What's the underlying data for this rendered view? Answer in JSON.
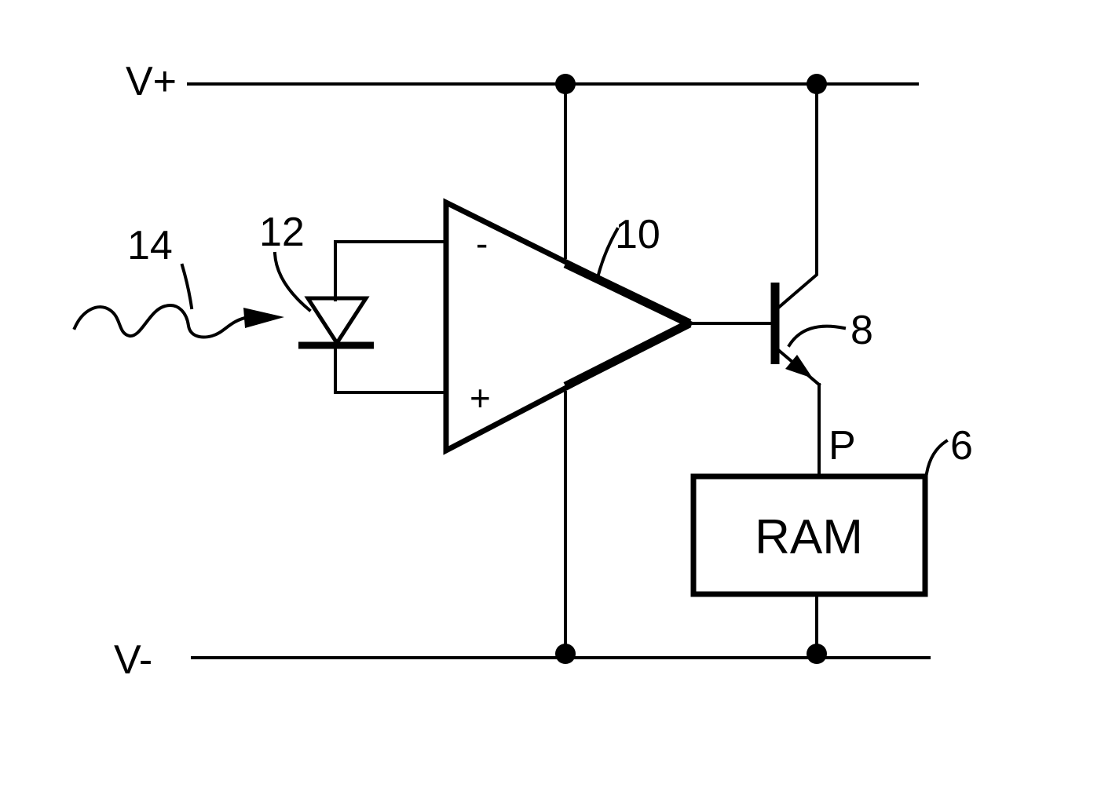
{
  "rails": {
    "positive": "V+",
    "negative": "V-"
  },
  "components": {
    "light": {
      "ref": "14"
    },
    "photodiode": {
      "ref": "12"
    },
    "opamp": {
      "ref": "10",
      "inverting": "-",
      "noninverting": "+"
    },
    "transistor": {
      "ref": "8"
    },
    "ram": {
      "ref": "6",
      "label": "RAM"
    },
    "node": {
      "label": "P"
    }
  },
  "colors": {
    "ink": "#000000",
    "background": "#ffffff"
  }
}
